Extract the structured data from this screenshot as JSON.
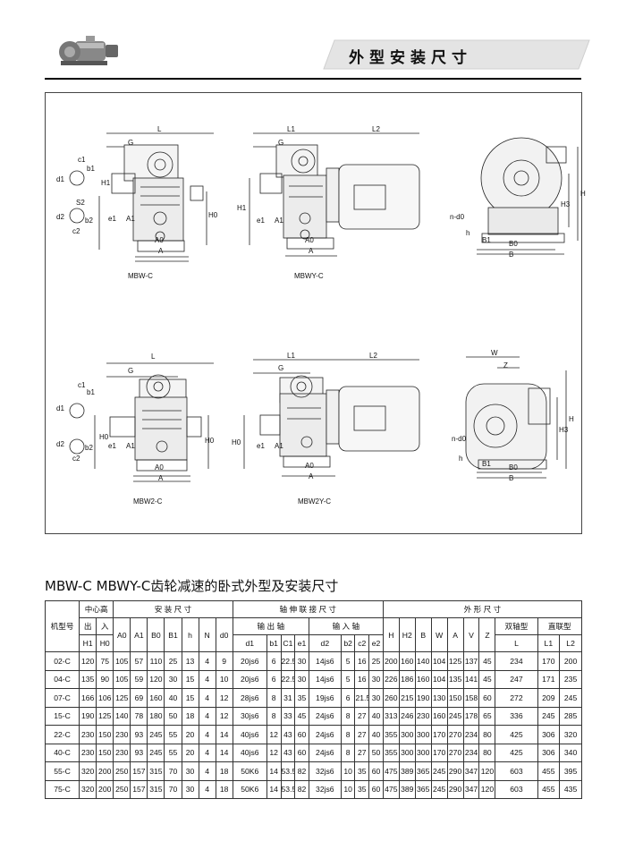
{
  "header": {
    "title": "外型安装尺寸",
    "logo_icon": "gear-reducer-motor-icon"
  },
  "drawings": {
    "view_labels": [
      "MBW-C",
      "MBWY-C",
      "MBW2-C",
      "MBW2Y-C"
    ],
    "dim_labels": {
      "L": "L",
      "G": "G",
      "L1": "L1",
      "L2": "L2",
      "c1": "c1",
      "b1": "b1",
      "d1": "d1",
      "S2": "S2",
      "d2": "d2",
      "b2": "b2",
      "c2": "c2",
      "e1": "e1",
      "A1": "A1",
      "A0": "A0",
      "A": "A",
      "H0": "H0",
      "H1": "H1",
      "H": "H",
      "H3": "H3",
      "h": "h",
      "n_d0": "n-d0",
      "B1": "B1",
      "B0": "B0",
      "B": "B",
      "W": "W",
      "Z": "Z"
    }
  },
  "section_title": "MBW-C MBWY-C齿轮减速的卧式外型及安装尺寸",
  "table": {
    "group_headers": {
      "model": "机型号",
      "center_height": "中心高",
      "install": "安 装 尺 寸",
      "shaft": "轴 伸 联 接 尺 寸",
      "outline": "外 形 尺 寸"
    },
    "sub_headers": {
      "out_in": [
        "出",
        "入"
      ],
      "output_shaft": "输 出 轴",
      "input_shaft": "输 入 轴",
      "double_shaft": "双轴型",
      "direct": "直联型"
    },
    "columns": [
      "H1",
      "H0",
      "A0",
      "A1",
      "B0",
      "B1",
      "h",
      "N",
      "d0",
      "d1",
      "b1",
      "C1",
      "e1",
      "d2",
      "b2",
      "c2",
      "e2",
      "H",
      "H2",
      "B",
      "W",
      "A",
      "V",
      "Z",
      "L",
      "L1",
      "L2"
    ],
    "rows": [
      [
        "02-C",
        "120",
        "75",
        "105",
        "57",
        "110",
        "25",
        "13",
        "4",
        "9",
        "20js6",
        "6",
        "22.5",
        "30",
        "14js6",
        "5",
        "16",
        "25",
        "200",
        "160",
        "140",
        "104",
        "125",
        "137",
        "45",
        "234",
        "170",
        "200"
      ],
      [
        "04-C",
        "135",
        "90",
        "105",
        "59",
        "120",
        "30",
        "15",
        "4",
        "10",
        "20js6",
        "6",
        "22.5",
        "30",
        "14js6",
        "5",
        "16",
        "30",
        "226",
        "186",
        "160",
        "104",
        "135",
        "141",
        "45",
        "247",
        "171",
        "235"
      ],
      [
        "07-C",
        "166",
        "106",
        "125",
        "69",
        "160",
        "40",
        "15",
        "4",
        "12",
        "28js6",
        "8",
        "31",
        "35",
        "19js6",
        "6",
        "21.5",
        "30",
        "260",
        "215",
        "190",
        "130",
        "150",
        "158",
        "60",
        "272",
        "209",
        "245"
      ],
      [
        "15-C",
        "190",
        "125",
        "140",
        "78",
        "180",
        "50",
        "18",
        "4",
        "12",
        "30js6",
        "8",
        "33",
        "45",
        "24js6",
        "8",
        "27",
        "40",
        "313",
        "246",
        "230",
        "160",
        "245",
        "178",
        "65",
        "336",
        "245",
        "285"
      ],
      [
        "22-C",
        "230",
        "150",
        "230",
        "93",
        "245",
        "55",
        "20",
        "4",
        "14",
        "40js6",
        "12",
        "43",
        "60",
        "24js6",
        "8",
        "27",
        "40",
        "355",
        "300",
        "300",
        "170",
        "270",
        "234",
        "80",
        "425",
        "306",
        "320"
      ],
      [
        "40-C",
        "230",
        "150",
        "230",
        "93",
        "245",
        "55",
        "20",
        "4",
        "14",
        "40js6",
        "12",
        "43",
        "60",
        "24js6",
        "8",
        "27",
        "50",
        "355",
        "300",
        "300",
        "170",
        "270",
        "234",
        "80",
        "425",
        "306",
        "340"
      ],
      [
        "55-C",
        "320",
        "200",
        "250",
        "157",
        "315",
        "70",
        "30",
        "4",
        "18",
        "50K6",
        "14",
        "53.5",
        "82",
        "32js6",
        "10",
        "35",
        "60",
        "475",
        "389",
        "365",
        "245",
        "290",
        "347",
        "120",
        "603",
        "455",
        "395"
      ],
      [
        "75-C",
        "320",
        "200",
        "250",
        "157",
        "315",
        "70",
        "30",
        "4",
        "18",
        "50K6",
        "14",
        "53.5",
        "82",
        "32js6",
        "10",
        "35",
        "60",
        "475",
        "389",
        "365",
        "245",
        "290",
        "347",
        "120",
        "603",
        "455",
        "435"
      ]
    ]
  }
}
